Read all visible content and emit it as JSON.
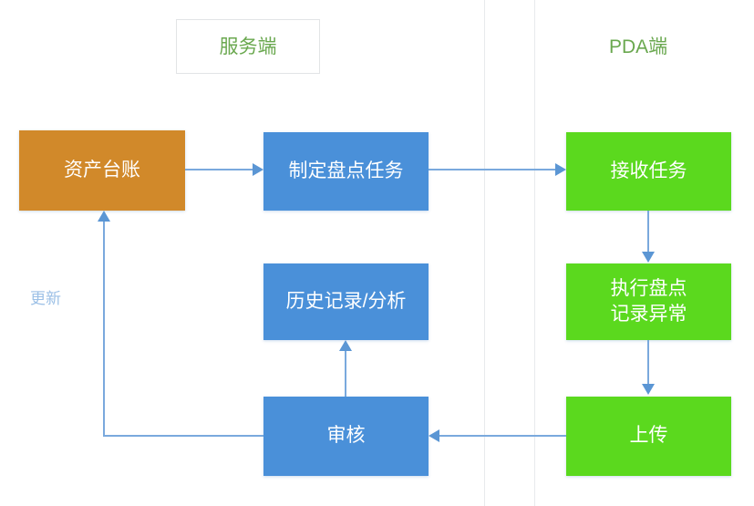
{
  "diagram": {
    "title_server_lane": "服务端",
    "title_pda_lane": "PDA端",
    "lanes": [
      {
        "name": "server",
        "label": "服务端",
        "boxed": true
      },
      {
        "name": "pda",
        "label": "PDA端",
        "boxed": false
      }
    ],
    "nodes": [
      {
        "id": "asset-ledger",
        "label": "资产台账",
        "color": "#d1892a",
        "lane": "server"
      },
      {
        "id": "create-task",
        "label": "制定盘点任务",
        "color": "#4a90d9",
        "lane": "server"
      },
      {
        "id": "history-analysis",
        "label": "历史记录/分析",
        "color": "#4a90d9",
        "lane": "server"
      },
      {
        "id": "review",
        "label": "审核",
        "color": "#4a90d9",
        "lane": "server"
      },
      {
        "id": "receive-task",
        "label": "接收任务",
        "color": "#5bd91e",
        "lane": "pda"
      },
      {
        "id": "execute-count-line1",
        "label": "执行盘点",
        "color": "#5bd91e",
        "lane": "pda"
      },
      {
        "id": "execute-count-line2",
        "label": "记录异常",
        "color": "#5bd91e",
        "lane": "pda"
      },
      {
        "id": "upload",
        "label": "上传",
        "color": "#5bd91e",
        "lane": "pda"
      }
    ],
    "edges": [
      {
        "from": "asset-ledger",
        "to": "create-task",
        "label": ""
      },
      {
        "from": "create-task",
        "to": "receive-task",
        "label": ""
      },
      {
        "from": "receive-task",
        "to": "execute-count",
        "label": ""
      },
      {
        "from": "execute-count",
        "to": "upload",
        "label": ""
      },
      {
        "from": "upload",
        "to": "review",
        "label": ""
      },
      {
        "from": "review",
        "to": "history-analysis",
        "label": ""
      },
      {
        "from": "review",
        "to": "asset-ledger",
        "label": "更新"
      }
    ],
    "edge_labels": {
      "update": "更新"
    },
    "colors": {
      "orange": "#d1892a",
      "blue": "#4a90d9",
      "green": "#5bd91e",
      "connector": "#7aa9dd",
      "arrow": "#5b96d4",
      "lane_text": "#6aa84f",
      "lane_separator": "#e8eaec",
      "edge_label_text": "#9cc0e6",
      "background": "#ffffff"
    }
  }
}
